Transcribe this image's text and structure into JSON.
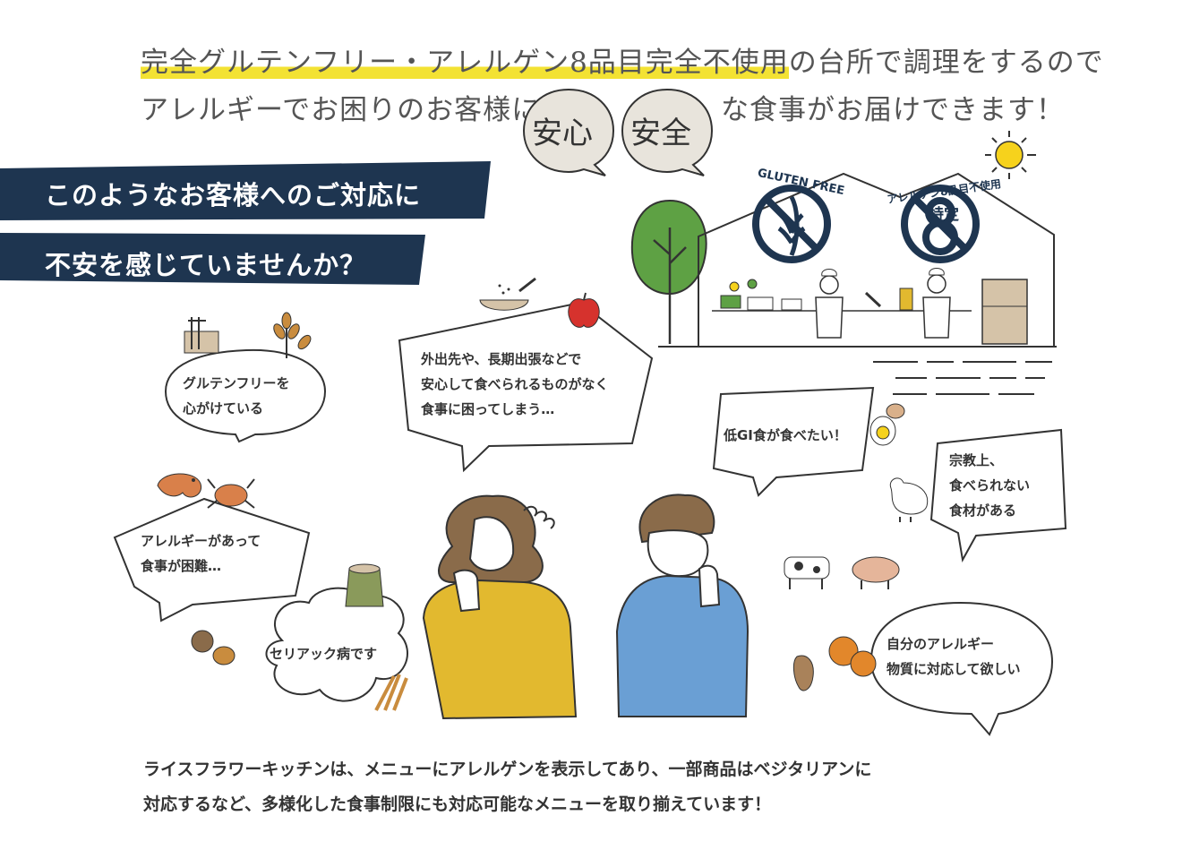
{
  "headline": {
    "line1_highlight": "完全グルテンフリー・アレルゲン8品目完全不使用",
    "line1_rest": "の台所で調理をするので",
    "line2_start": "アレルギーでお困りのお客様に",
    "badge_left": "安心",
    "badge_right": "安全",
    "line2_end": "な食事がお届けできます！"
  },
  "banner": {
    "line1": "このようなお客様へのご対応に",
    "line2": "不安を感じていませんか？"
  },
  "kitchen": {
    "gluten_badge": "GLUTEN FREE",
    "allergen_badge": "アレルゲン8品目不使用",
    "allergen_center": "特定"
  },
  "bubbles": {
    "gluten_free": [
      "グルテンフリーを",
      "心がけている"
    ],
    "travel": [
      "外出先や、長期出張などで",
      "安心して食べられるものがなく",
      "食事に困ってしまう…"
    ],
    "low_gi": [
      "低GI食が食べたい！"
    ],
    "religion": [
      "宗教上、",
      "食べられない",
      "食材がある"
    ],
    "allergy_difficult": [
      "アレルギーがあって",
      "食事が困難…"
    ],
    "celiac": [
      "セリアック病です"
    ],
    "own_allergy": [
      "自分のアレルギー",
      "物質に対応して欲しい"
    ]
  },
  "footer": {
    "line1": "ライスフラワーキッチンは、メニューにアレルゲンを表示してあり、一部商品はベジタリアンに",
    "line2": "対応するなど、多様化した食事制限にも対応可能なメニューを取り揃えています！"
  },
  "colors": {
    "navy": "#1e3550",
    "highlight": "#f3e233",
    "badge_bg": "#e8e4dc",
    "sweater": "#e2b92f",
    "jacket": "#6a9fd4",
    "tree": "#5ea144",
    "apple": "#d6322d",
    "sun": "#f6d21c"
  },
  "icons": [
    "sun-icon",
    "tree-icon",
    "gluten-free-icon",
    "allergen-free-icon",
    "wheat-icon",
    "noodles-icon",
    "shrimp-icon",
    "crab-icon",
    "apple-icon",
    "egg-icon",
    "chicken-icon",
    "cow-icon",
    "pig-icon",
    "orange-icon",
    "yam-icon",
    "walnut-icon",
    "flour-sack-icon",
    "flour-bowl-icon"
  ]
}
